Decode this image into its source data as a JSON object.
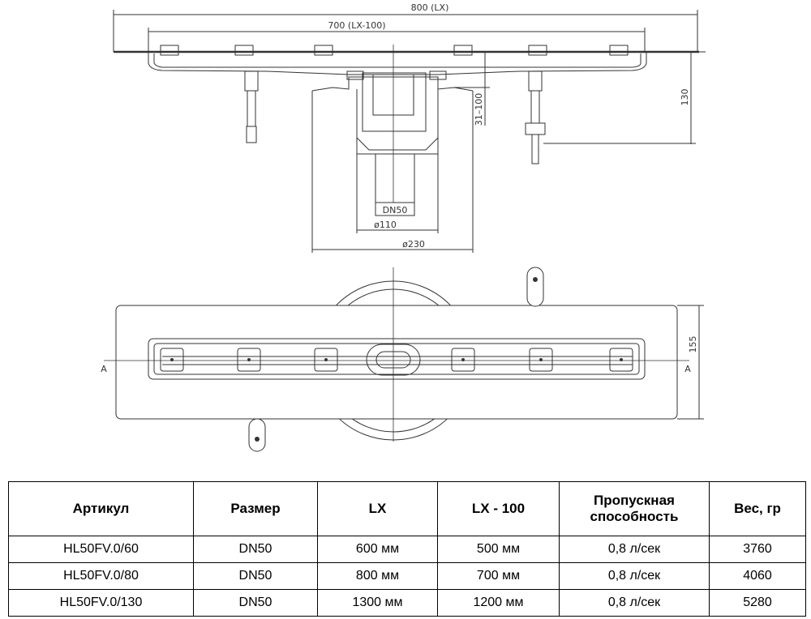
{
  "drawing": {
    "dim_lx": "800  (LX)",
    "dim_lx100": "700  (LX-100)",
    "dim_height_adj": "31–100",
    "dim_height": "130",
    "dim_dn": "DN50",
    "dim_d110": "ø110",
    "dim_d230": "ø230",
    "dim_width": "155",
    "section_left": "A",
    "section_right": "A"
  },
  "table": {
    "headers": [
      "Артикул",
      "Размер",
      "LX",
      "LX - 100",
      "Пропускная способность",
      "Вес, гр"
    ],
    "rows": [
      [
        "HL50FV.0/60",
        "DN50",
        "600 мм",
        "500 мм",
        "0,8 л/сек",
        "3760"
      ],
      [
        "HL50FV.0/80",
        "DN50",
        "800 мм",
        "700 мм",
        "0,8 л/сек",
        "4060"
      ],
      [
        "HL50FV.0/130",
        "DN50",
        "1300 мм",
        "1200 мм",
        "0,8 л/сек",
        "5280"
      ]
    ]
  }
}
